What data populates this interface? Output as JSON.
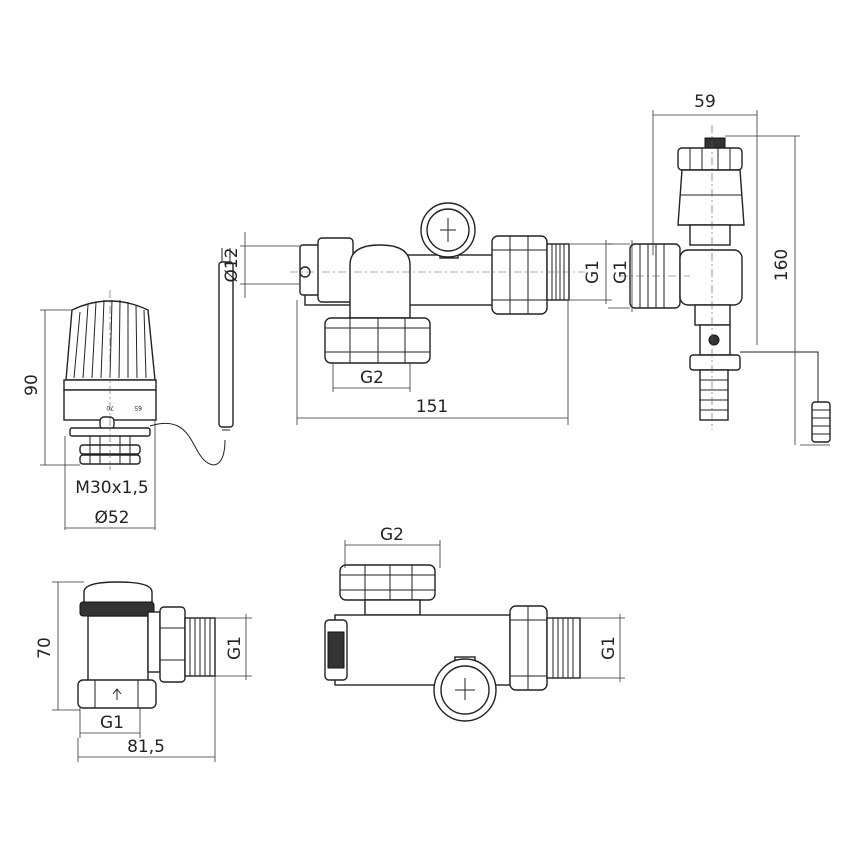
{
  "title": "Radiator valve set technical drawing",
  "dimensions": {
    "air_vent_width": "59",
    "air_vent_height": "160",
    "tee_thread_right": "G1",
    "air_vent_thread": "G1",
    "sensor_diameter": "Ø12",
    "tee_length": "151",
    "tee_outlet_thread": "G2",
    "thermostat_height": "90",
    "thermostat_thread": "M30x1,5",
    "thermostat_diameter": "Ø52",
    "valve_height": "70",
    "valve_side_thread": "G1",
    "valve_bottom_thread": "G1",
    "valve_length": "81,5",
    "tee2_outlet_thread": "G2",
    "tee2_thread_right": "G1"
  },
  "thermostat_scale": [
    "70",
    "65"
  ]
}
